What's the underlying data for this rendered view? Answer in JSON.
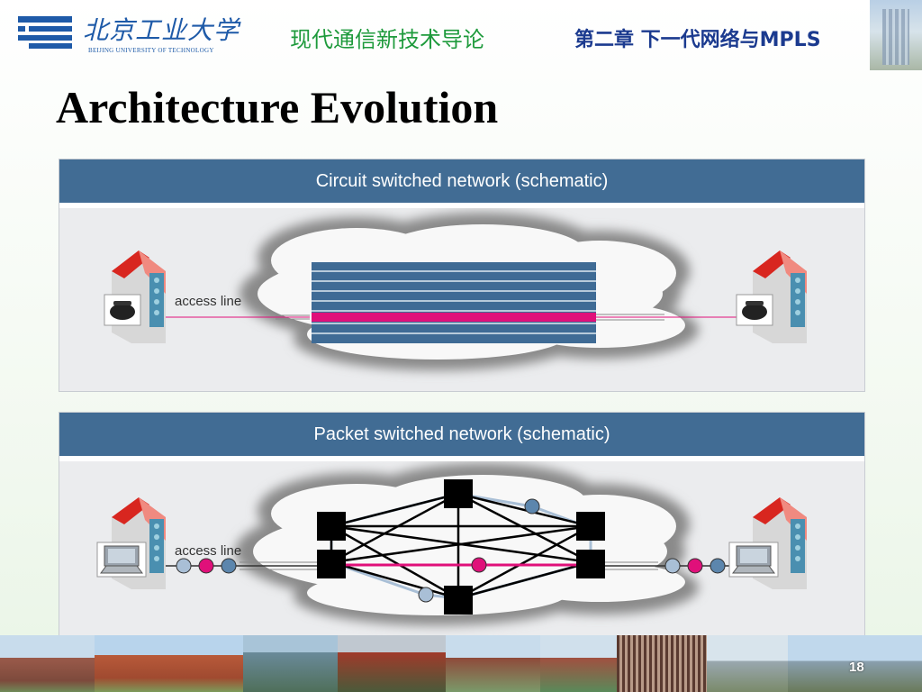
{
  "header": {
    "logo_cn": "北京工业大学",
    "logo_en": "BEIJING UNIVERSITY OF TECHNOLOGY",
    "course": "现代通信新技术导论",
    "chapter": "第二章 下一代网络与MPLS"
  },
  "slide": {
    "title": "Architecture Evolution",
    "page_number": "18"
  },
  "circuit_panel": {
    "title": "Circuit switched network (schematic)",
    "access_label": "access line"
  },
  "packet_panel": {
    "title": "Packet switched network (schematic)",
    "access_label": "access line"
  },
  "colors": {
    "panel_header": "#416c94",
    "trunk_blue": "#3f6b95",
    "highlight": "#e0107a",
    "title_green": "#1e9a3c",
    "chapter_blue": "#1b3a8f"
  }
}
